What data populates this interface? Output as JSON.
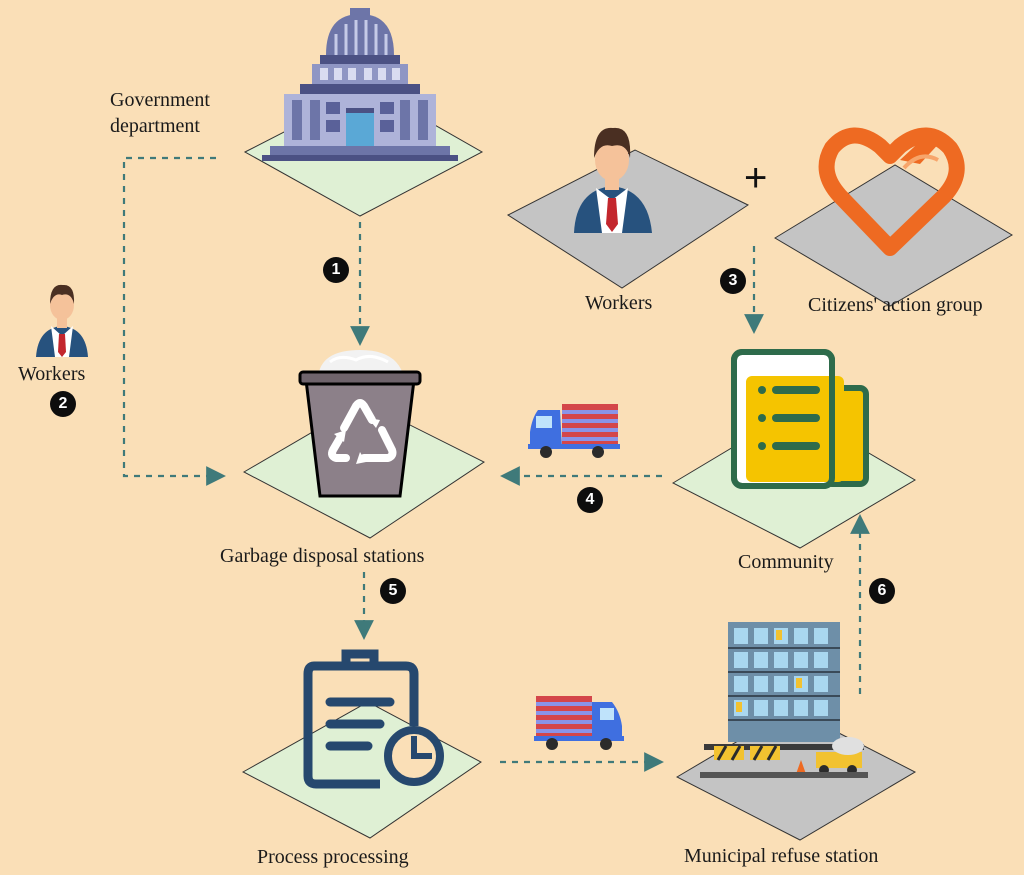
{
  "nodes": {
    "government": {
      "label": "Government department"
    },
    "garbage": {
      "label": "Garbage disposal stations"
    },
    "workers_left": {
      "label": "Workers"
    },
    "workers_top": {
      "label": "Workers"
    },
    "citizens": {
      "label": "Citizens' action group"
    },
    "community": {
      "label": "Community"
    },
    "process": {
      "label": "Process processing"
    },
    "municipal": {
      "label": "Municipal refuse station"
    }
  },
  "plus_sign": "+",
  "steps": [
    "1",
    "2",
    "3",
    "4",
    "5",
    "6"
  ],
  "colors": {
    "background": "#fadfb7",
    "tile_green": "#dff0d4",
    "tile_gray": "#c4c4c4",
    "arrow": "#3f7a7a",
    "badge": "#0d0d0d",
    "heart": "#ee6a22",
    "community_yellow": "#f5c400",
    "community_outline": "#2e6b4b",
    "truck_cab": "#3f6fe0",
    "truck_cargo": "#d4464a",
    "bin": "#8c8089",
    "process_icon": "#26486e"
  }
}
